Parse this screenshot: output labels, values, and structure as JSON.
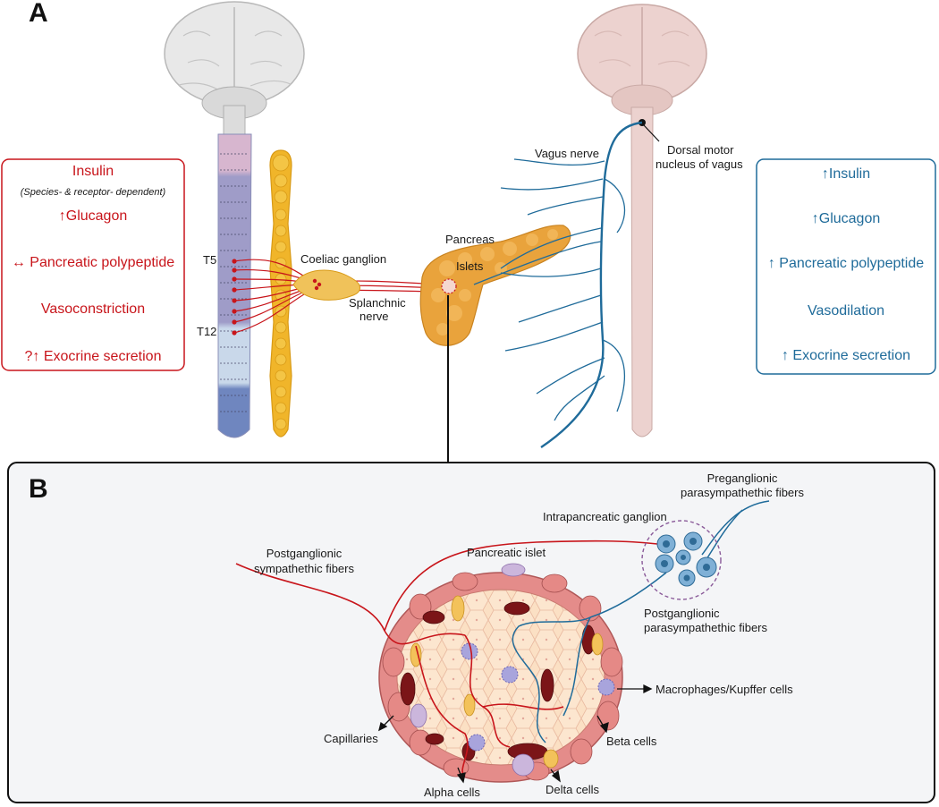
{
  "panel_a": {
    "letter": "A",
    "sympathetic_effects": {
      "items": [
        {
          "text": "Insulin"
        },
        {
          "text": "(Species- & receptor- dependent)"
        },
        {
          "text": "↑Glucagon"
        },
        {
          "text": "↔ Pancreatic polypeptide"
        },
        {
          "text": "Vasoconstriction"
        },
        {
          "text": "?↑ Exocrine secretion"
        }
      ],
      "color": "#c8151b"
    },
    "parasympathetic_effects": {
      "items": [
        {
          "text": "↑Insulin"
        },
        {
          "text": "↑Glucagon"
        },
        {
          "text": "↑ Pancreatic polypeptide"
        },
        {
          "text": "Vasodilation"
        },
        {
          "text": "↑ Exocrine secretion"
        }
      ],
      "color": "#1f6b9a"
    },
    "labels": {
      "t5": "T5",
      "t12": "T12",
      "coeliac": "Coeliac ganglion",
      "splanchnic_1": "Splanchnic",
      "splanchnic_2": "nerve",
      "pancreas": "Pancreas",
      "islets": "Islets",
      "vagus": "Vagus nerve",
      "dmnv_1": "Dorsal motor",
      "dmnv_2": "nucleus of vagus"
    }
  },
  "panel_b": {
    "letter": "B",
    "labels": {
      "pregang_1": "Preganglionic",
      "pregang_2": "parasympathethic fibers",
      "intrapanc": "Intrapancreatic ganglion",
      "postsym_1": "Postganglionic",
      "postsym_2": "sympathethic fibers",
      "islet": "Pancreatic islet",
      "postpara_1": "Postganglionic",
      "postpara_2": "parasympathethic fibers",
      "macro": "Macrophages/Kupffer cells",
      "capillaries": "Capillaries",
      "beta": "Beta cells",
      "alpha": "Alpha cells",
      "delta": "Delta cells"
    }
  },
  "colors": {
    "sympathetic": "#c8151b",
    "parasympathetic": "#1f6b9a",
    "chain": "#f0b52a",
    "pancreas": "#e9a33c"
  }
}
